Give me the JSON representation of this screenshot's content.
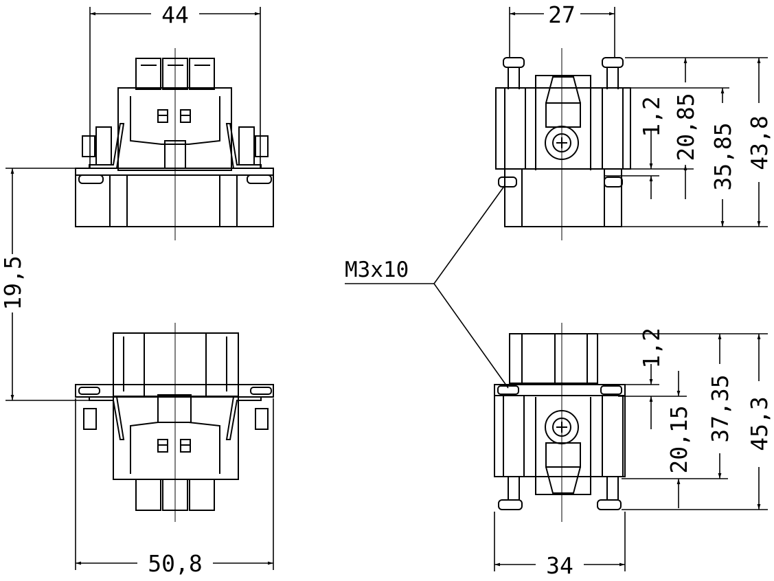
{
  "drawing": {
    "stroke_color": "#000000",
    "fill_color": "#ffffff",
    "dimensions": {
      "top_width": "44",
      "bottom_width": "50,8",
      "left_height": "19,5",
      "side_top_width": "27",
      "side_bottom_width": "34",
      "side_top_gap": "1,2",
      "side_top_mid": "20,85",
      "side_top_upper": "35,85",
      "side_top_overall": "43,8",
      "side_bottom_gap": "1,2",
      "side_bottom_mid": "20,15",
      "side_bottom_upper": "37,35",
      "side_bottom_overall": "45,3"
    },
    "screw_label": "M3x10"
  }
}
